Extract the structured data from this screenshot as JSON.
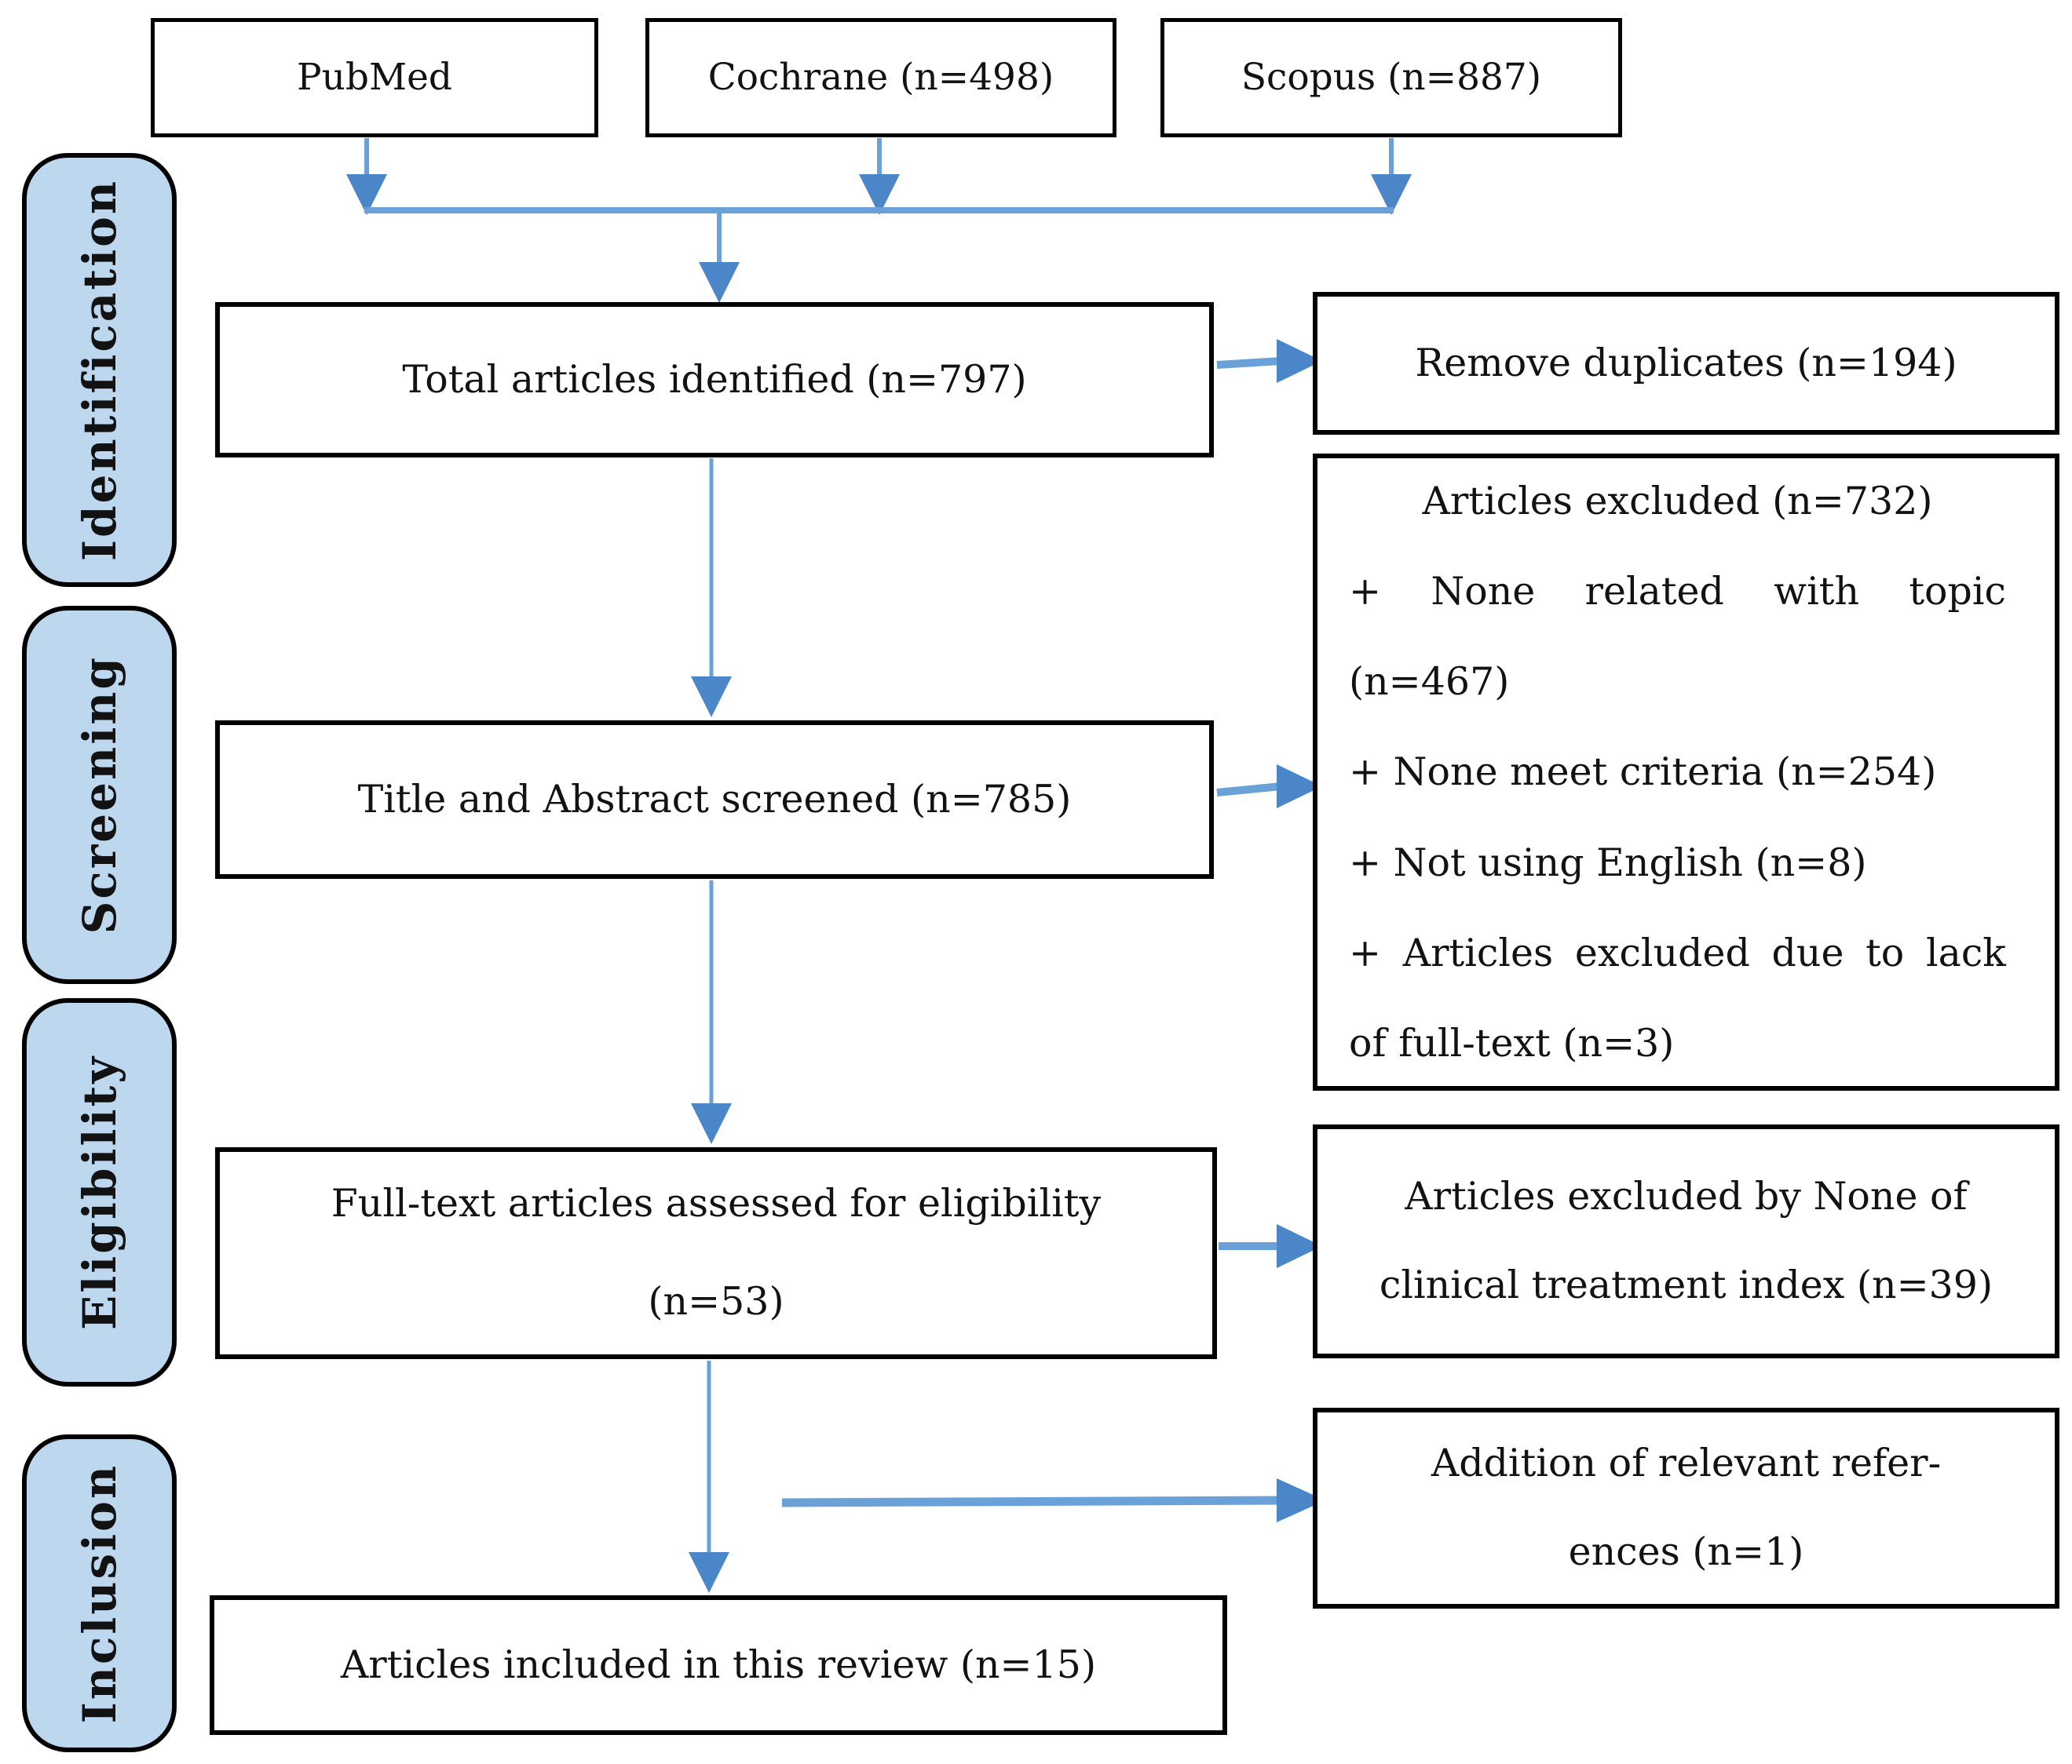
{
  "colors": {
    "arrow": "#6BA1D9",
    "arrowhead": "#4A86C8",
    "stage_fill": "#BDD7EE",
    "border": "#000000"
  },
  "sources": {
    "pubmed": "PubMed",
    "cochrane": "Cochrane (n=498)",
    "scopus": "Scopus (n=887)"
  },
  "stages": {
    "identification": "Identification",
    "screening": "Screening",
    "eligibility": "Eligibility",
    "inclusion": "Inclusion"
  },
  "flow": {
    "total": "Total articles identified (n=797)",
    "screened": "Title and Abstract screened (n=785)",
    "fulltext_line1": "Full-text articles assessed for eligibility",
    "fulltext_line2": "(n=53)",
    "included": "Articles included in this review (n=15)"
  },
  "side": {
    "duplicates": "Remove duplicates (n=194)",
    "excluded_title": "Articles excluded (n=732)",
    "excluded_items": [
      "+ None related with topic (n=467)",
      "+ None meet criteria (n=254)",
      "+ Not using English (n=8)",
      "+ Articles excluded due to lack of full-text (n=3)"
    ],
    "treatment": "Articles excluded by None of clinical treatment index (n=39)",
    "addition_line1": "Addition of relevant refer-",
    "addition_line2": "ences (n=1)"
  }
}
